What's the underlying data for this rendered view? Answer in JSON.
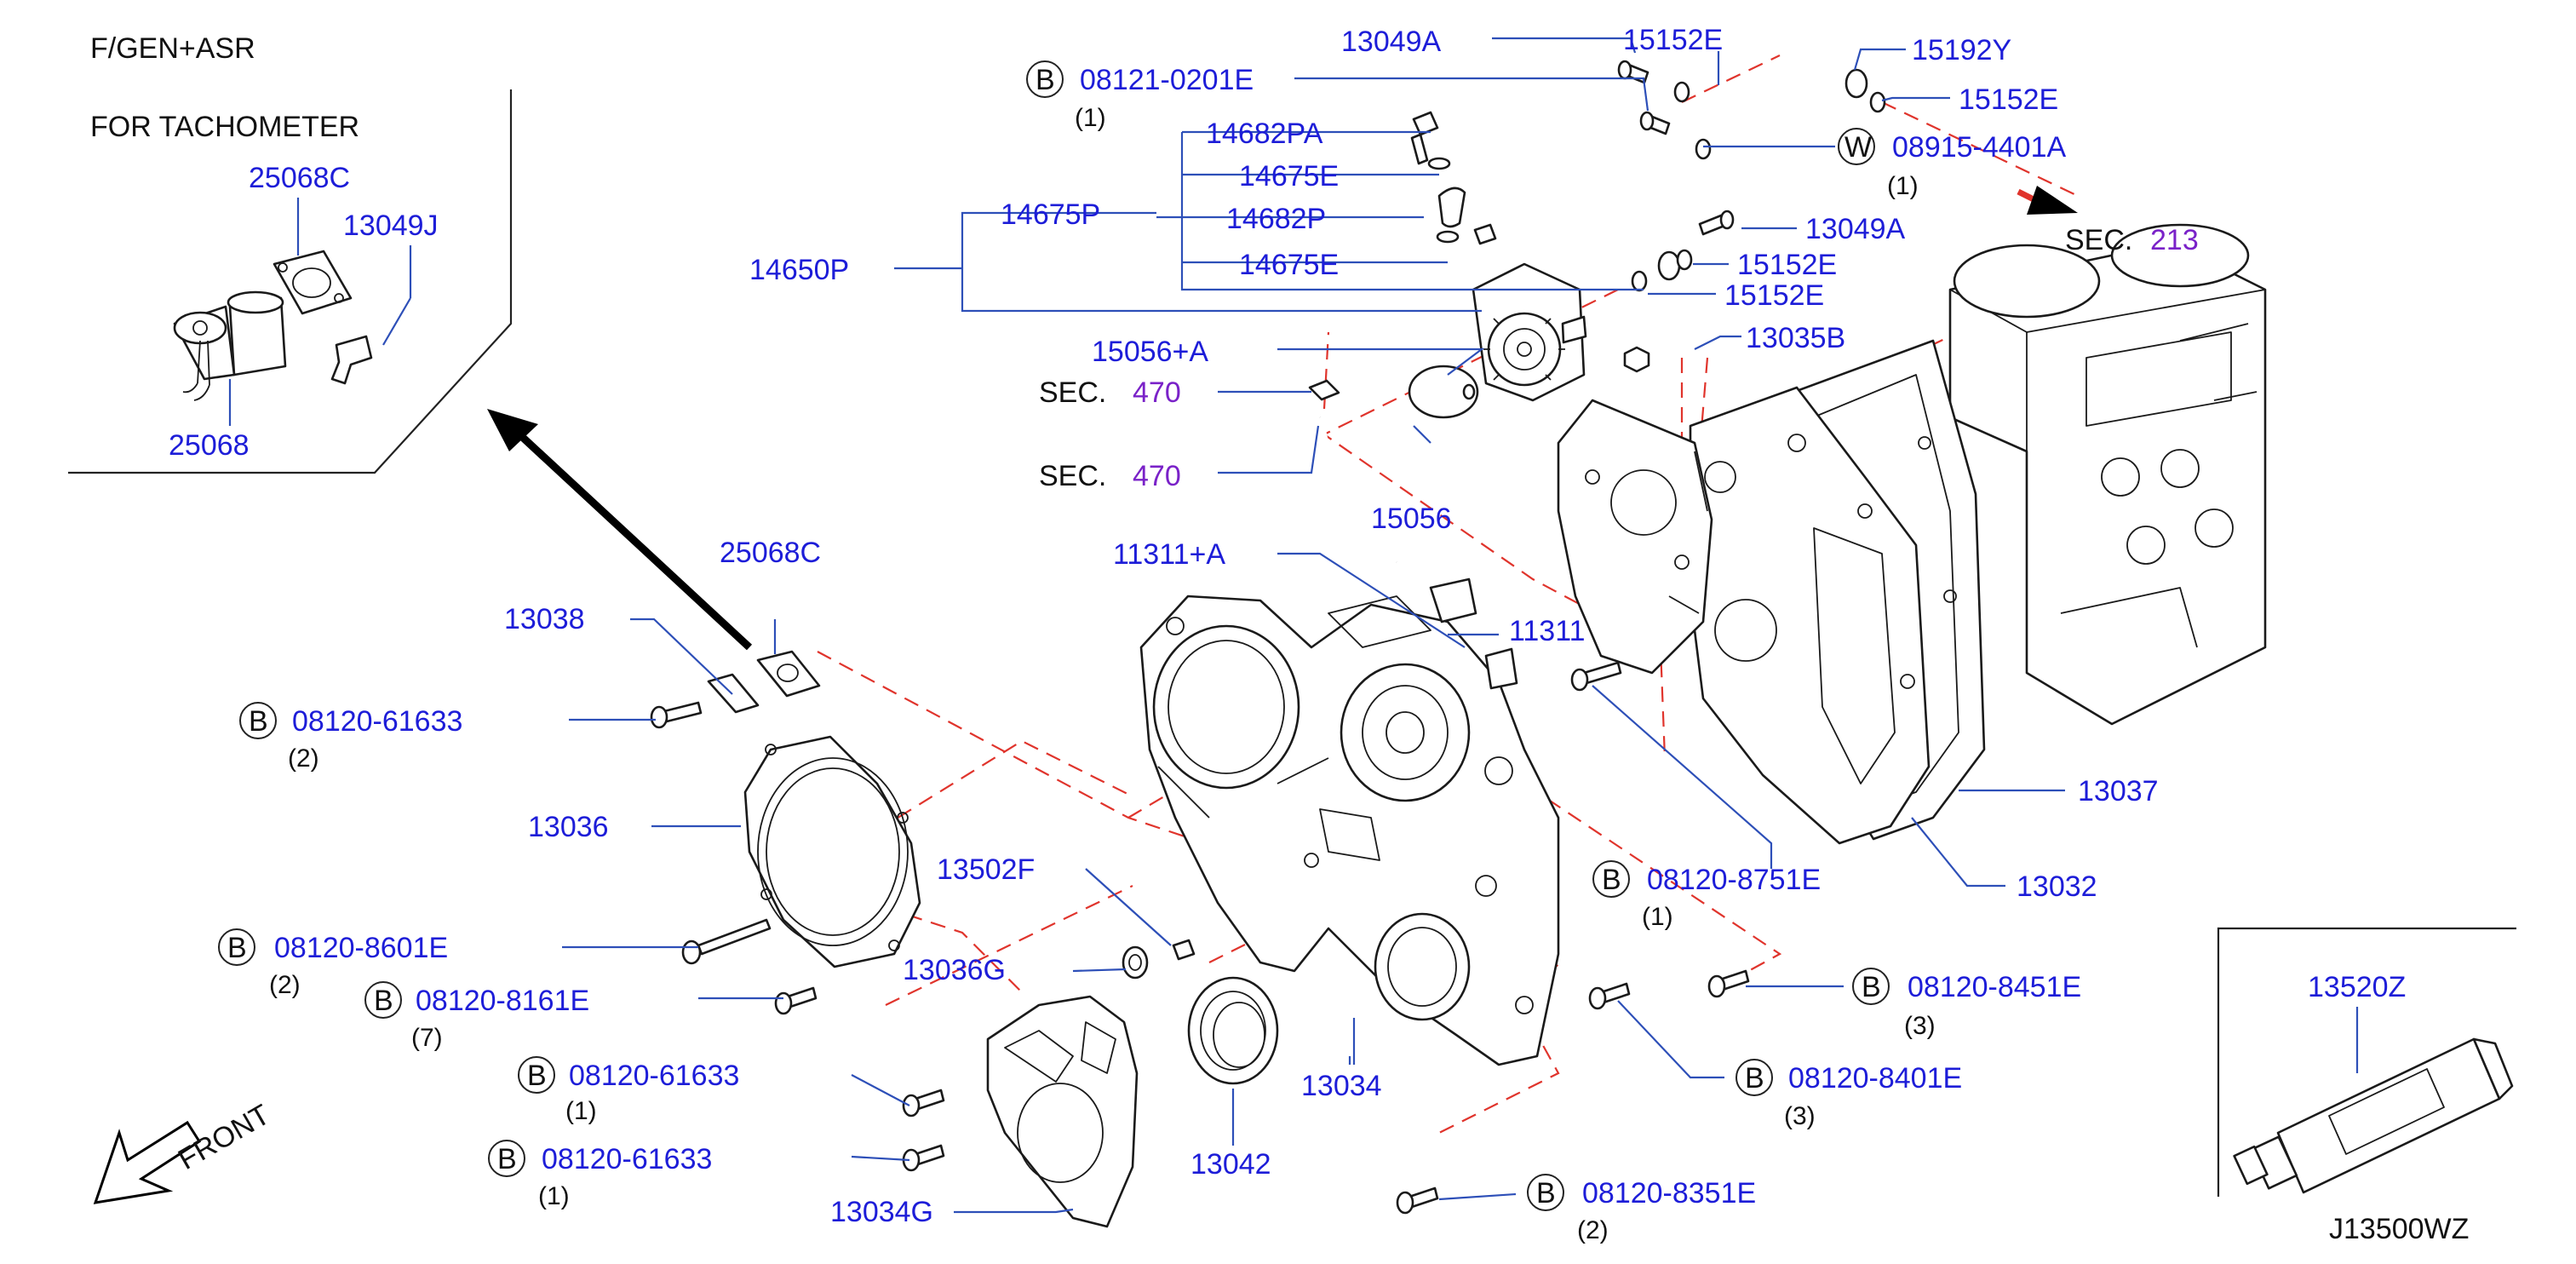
{
  "colors": {
    "part_number": "#1d1dd8",
    "section_ref": "#7a22c8",
    "leader": "#2d4fb8",
    "dashed_guide": "#e0342c",
    "line_art": "#1a1a1a"
  },
  "inset_left": {
    "title_1": "F/GEN+ASR",
    "title_2": "FOR  TACHOMETER",
    "p1": "25068C",
    "p2": "13049J",
    "p3": "25068"
  },
  "inset_right": {
    "p1": "13520Z"
  },
  "bolt_marker": "B",
  "washer_marker": "W",
  "sec_word": "SEC.",
  "diagram_code": "J13500WZ",
  "front_label": "FRONT",
  "labels": {
    "top_b_bolt": "08121-0201E",
    "top_b_qty": "(1)",
    "p13049A_top": "13049A",
    "p15152E_a": "15152E",
    "p15192Y": "15192Y",
    "p15152E_b": "15152E",
    "w_part": "08915-4401A",
    "w_qty": "(1)",
    "p14682PA": "14682PA",
    "p14675E_a": "14675E",
    "p14675P": "14675P",
    "p14682P": "14682P",
    "p14650P": "14650P",
    "p14675E_b": "14675E",
    "p13049A_mid": "13049A",
    "p15152E_c": "15152E",
    "p15152E_d": "15152E",
    "sec213_num": "213",
    "p13035B": "13035B",
    "p15056A": "15056+A",
    "sec470_a_num": "470",
    "sec470_b_num": "470",
    "p15056": "15056",
    "p11311A": "11311+A",
    "p11311": "11311",
    "p25068C": "25068C",
    "p13038": "13038",
    "b61633_a": "08120-61633",
    "b61633_a_qty": "(2)",
    "p13036": "13036",
    "p13502F": "13502F",
    "b8601E": "08120-8601E",
    "b8601E_qty": "(2)",
    "b8161E": "08120-8161E",
    "b8161E_qty": "(7)",
    "p13036G": "13036G",
    "b61633_b": "08120-61633",
    "b61633_b_qty": "(1)",
    "b61633_c": "08120-61633",
    "b61633_c_qty": "(1)",
    "p13034G": "13034G",
    "p13042": "13042",
    "p13034": "13034",
    "b8751E": "08120-8751E",
    "b8751E_qty": "(1)",
    "b8451E": "08120-8451E",
    "b8451E_qty": "(3)",
    "b8401E": "08120-8401E",
    "b8401E_qty": "(3)",
    "b8351E": "08120-8351E",
    "b8351E_qty": "(2)",
    "p13037": "13037",
    "p13032": "13032"
  }
}
